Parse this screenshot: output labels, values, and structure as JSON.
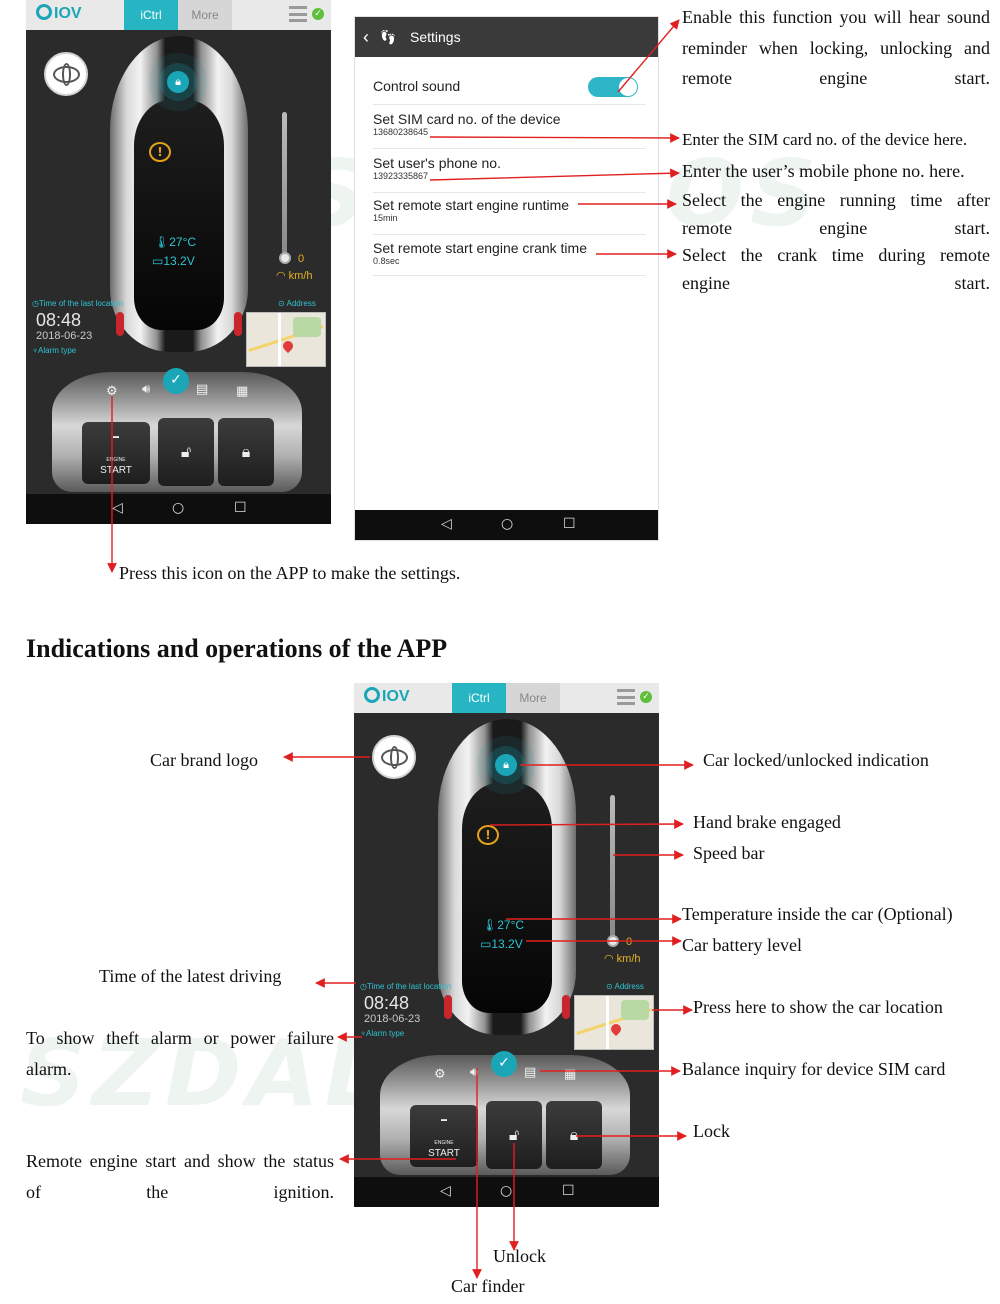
{
  "app": {
    "brand": "IOV",
    "tabs": [
      "iCtrl",
      "More"
    ],
    "temperature": "27°C",
    "voltage": "13.2V",
    "speed_value": "0",
    "speed_unit": "km/h",
    "last_location_label": "Time of the last location",
    "address_label": "Address",
    "time": "08:48",
    "date": "2018-06-23",
    "alarm_type_label": "Alarm type",
    "engine_label_small": "ENGINE",
    "engine_label_big": "START"
  },
  "settings": {
    "title": "Settings",
    "rows": [
      {
        "title": "Control sound",
        "value": ""
      },
      {
        "title": "Set SIM card no. of the device",
        "value": "13680238645"
      },
      {
        "title": "Set user's phone no.",
        "value": "13923335867"
      },
      {
        "title": "Set remote start engine runtime",
        "value": "15min"
      },
      {
        "title": "Set remote start engine crank time",
        "value": "0.8sec"
      }
    ]
  },
  "top_annotations": {
    "sound": "Enable this function you will hear sound reminder when locking, unlocking and remote engine start.",
    "sim": "Enter the SIM card no. of the device here.",
    "phone": "Enter the user’s mobile phone no. here.",
    "runtime": "Select the engine running time after remote engine start.",
    "crank": "Select the crank time during remote engine start.",
    "settings_icon": "Press this icon on the APP to make the settings."
  },
  "heading": "Indications and operations of the APP",
  "bottom_annotations": {
    "brand_logo": "Car brand logo",
    "lock_indication": "Car locked/unlocked indication",
    "hand_brake": "Hand brake engaged",
    "speed_bar": "Speed bar",
    "temperature": "Temperature inside the car (Optional)",
    "battery": "Car battery level",
    "latest_driving": "Time of the latest driving",
    "location": "Press here to show the car location",
    "theft_alarm": "To show theft alarm or power failure alarm.",
    "balance": "Balance inquiry for device SIM card",
    "lock": "Lock",
    "remote_start": "Remote engine start and show the status of the ignition.",
    "unlock": "Unlock",
    "car_finder": "Car finder"
  },
  "watermark": "SZDALOS",
  "colors": {
    "accent": "#1aa6b7",
    "arrow": "#e02020",
    "speed": "#e6b222",
    "brake": "#e3a21a"
  }
}
